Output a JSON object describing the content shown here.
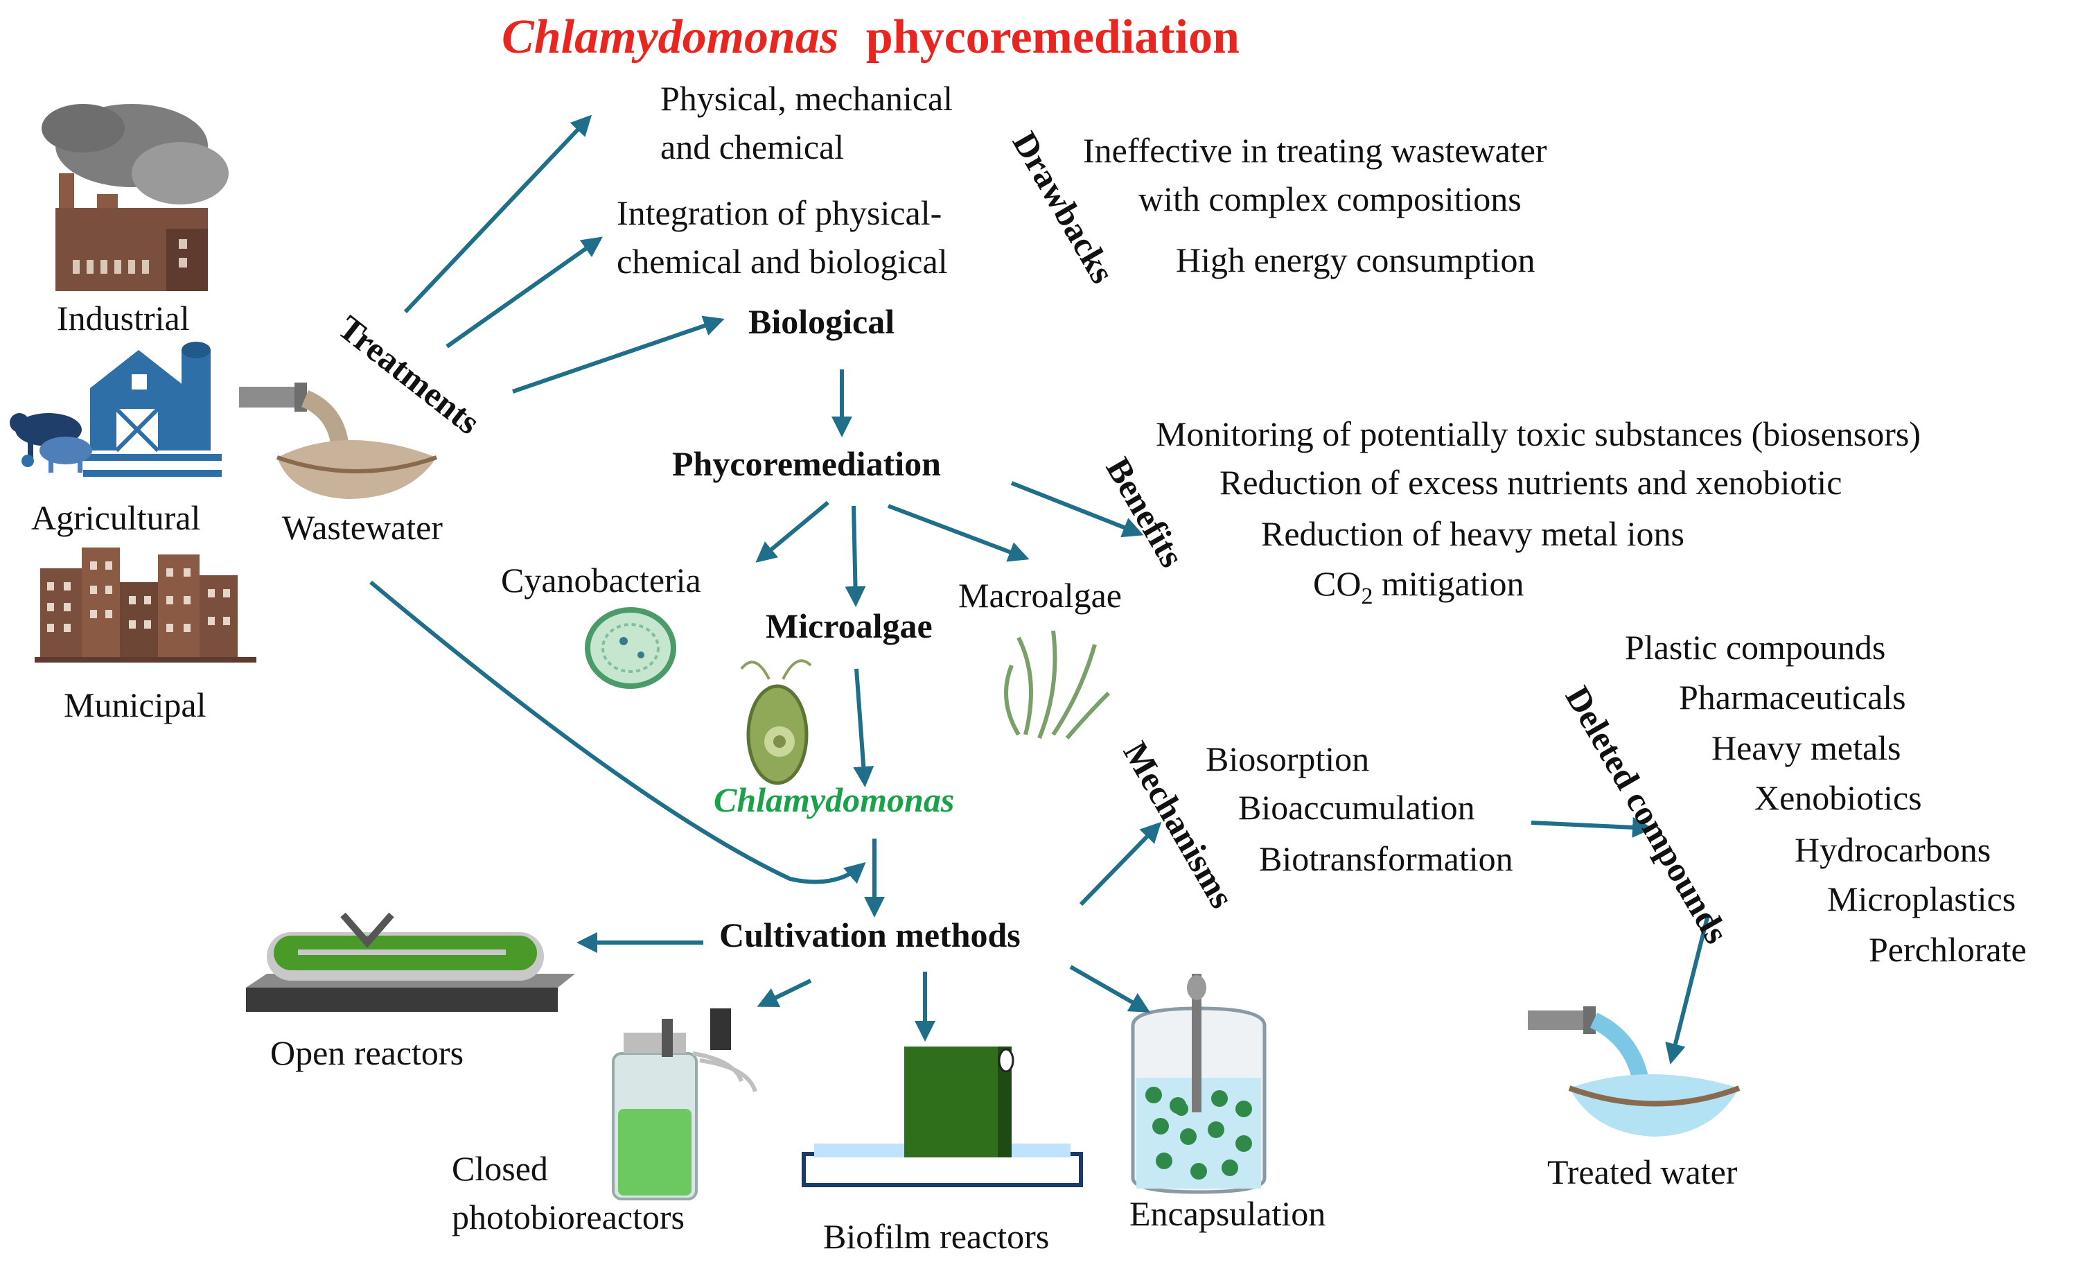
{
  "colors": {
    "title_red": "#e8251f",
    "arrow_teal": "#1f6f8b",
    "chlamy_green": "#1aa24b",
    "text": "#111111"
  },
  "title": {
    "genus": "Chlamydomonas",
    "rest": "phycoremediation"
  },
  "sources": {
    "industrial": "Industrial",
    "agricultural": "Agricultural",
    "municipal": "Municipal",
    "wastewater": "Wastewater"
  },
  "treatments": {
    "label": "Treatments",
    "physical_l1": "Physical, mechanical",
    "physical_l2": "and chemical",
    "integration_l1": "Integration of physical-",
    "integration_l2": "chemical and biological",
    "biological": "Biological"
  },
  "drawbacks": {
    "label": "Drawbacks",
    "item1_l1": "Ineffective in treating wastewater",
    "item1_l2": "with complex compositions",
    "item2": "High energy consumption"
  },
  "phyco": {
    "label": "Phycoremediation",
    "cyanobacteria": "Cyanobacteria",
    "microalgae": "Microalgae",
    "macroalgae": "Macroalgae",
    "chlamydomonas": "Chlamydomonas"
  },
  "benefits": {
    "label": "Benefits",
    "item1": "Monitoring of potentially toxic substances (biosensors)",
    "item2": "Reduction of excess nutrients and xenobiotic",
    "item3": "Reduction of heavy metal ions",
    "item4_pre": "CO",
    "item4_sub": "2",
    "item4_post": " mitigation"
  },
  "mechanisms": {
    "label": "Mechanisms",
    "items": [
      "Biosorption",
      "Bioaccumulation",
      "Biotransformation"
    ]
  },
  "deleted": {
    "label": "Deleted compounds",
    "items": [
      "Plastic compounds",
      "Pharmaceuticals",
      "Heavy metals",
      "Xenobiotics",
      "Hydrocarbons",
      "Microplastics",
      "Perchlorate"
    ]
  },
  "cultivation": {
    "label": "Cultivation methods",
    "open": "Open reactors",
    "closed_l1": "Closed",
    "closed_l2": "photobioreactors",
    "biofilm": "Biofilm reactors",
    "encapsulation": "Encapsulation"
  },
  "treated": "Treated water"
}
